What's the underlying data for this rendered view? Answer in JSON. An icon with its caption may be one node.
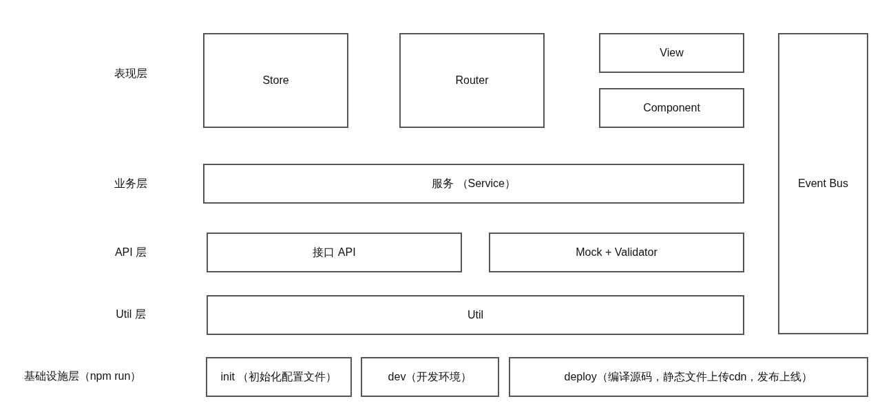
{
  "diagram": {
    "nodes": [
      {
        "text": [
          "Store"
        ]
      },
      {
        "text": [
          "Router"
        ]
      },
      {
        "text": [
          "View"
        ]
      },
      {
        "text": [
          "Component"
        ]
      },
      {
        "text": [
          "Event Bus"
        ]
      },
      {
        "text": [
          "服务 （Service）"
        ]
      },
      {
        "text": [
          "接口 API"
        ]
      },
      {
        "text": [
          "Mock + Validator"
        ]
      },
      {
        "text": [
          "Util"
        ]
      },
      {
        "text": [
          "init （初始化配置文件）"
        ]
      },
      {
        "text": [
          "dev（开发环境）"
        ]
      },
      {
        "text": [
          "deploy（编译源码，静态文件上传cdn，发布上线）"
        ]
      }
    ],
    "labels": [
      "表现层",
      "业务层",
      "API 层",
      "Util 层",
      "基础设施层（npm run）"
    ]
  }
}
